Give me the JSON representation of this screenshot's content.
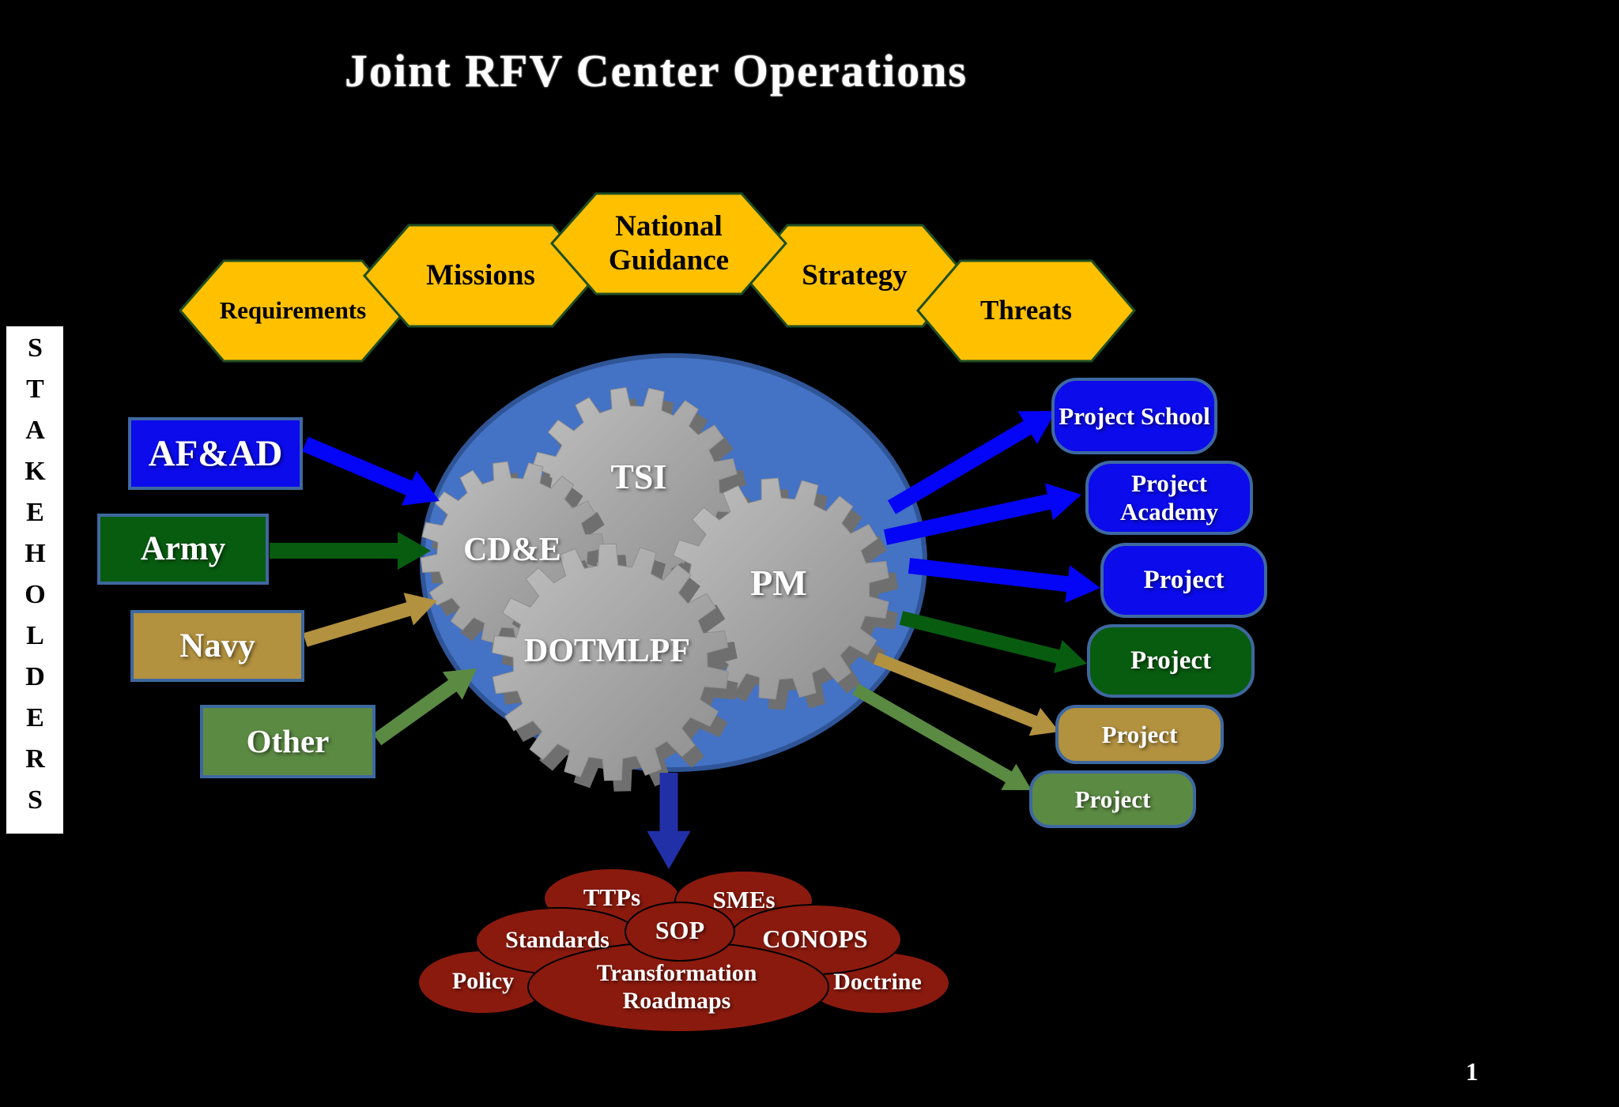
{
  "slide": {
    "title": "Joint RFV Center Operations",
    "page_number": "1"
  },
  "stakeholders": {
    "label": "STAKEHOLDERS",
    "boxes": [
      {
        "label": "AF&AD",
        "color": "#0B0BEB"
      },
      {
        "label": "Army",
        "color": "#085C10"
      },
      {
        "label": "Navy",
        "color": "#B2913F"
      },
      {
        "label": "Other",
        "color": "#5B8A43"
      }
    ]
  },
  "inputs_hexagons": [
    {
      "label": "Requirements"
    },
    {
      "label": "Missions"
    },
    {
      "label": "National Guidance"
    },
    {
      "label": "Strategy"
    },
    {
      "label": "Threats"
    }
  ],
  "center": {
    "gears": [
      {
        "label": "CD&E"
      },
      {
        "label": "TSI"
      },
      {
        "label": "PM"
      },
      {
        "label": "DOTMLPF"
      }
    ]
  },
  "projects": [
    {
      "label": "Project School",
      "color": "#0B0BEB"
    },
    {
      "label": "Project Academy",
      "color": "#0B0BEB"
    },
    {
      "label": "Project",
      "color": "#0B0BEB"
    },
    {
      "label": "Project",
      "color": "#085C10"
    },
    {
      "label": "Project",
      "color": "#B2913F"
    },
    {
      "label": "Project",
      "color": "#5B8A43"
    }
  ],
  "outputs_cloud": [
    {
      "label": "TTPs"
    },
    {
      "label": "SMEs"
    },
    {
      "label": "Standards"
    },
    {
      "label": "SOP"
    },
    {
      "label": "CONOPS"
    },
    {
      "label": "Policy"
    },
    {
      "label": "Transformation Roadmaps"
    },
    {
      "label": "Doctrine"
    }
  ],
  "colors": {
    "background": "#000000",
    "hexagon_fill": "#FFC000",
    "hexagon_border": "#1F4E23",
    "blue_fill": "#0B0BEB",
    "dark_green_fill": "#085C10",
    "tan_fill": "#B2913F",
    "olive_fill": "#5B8A43",
    "box_border": "#3E68A0",
    "ellipse_fill": "#4472C4",
    "ellipse_border": "#2F5597",
    "gear_gray": "#A6A6A6",
    "cloud_red": "#8B1A0E",
    "arrow_blue": "#0404F6",
    "arrow_dark_blue": "#2230A8"
  }
}
